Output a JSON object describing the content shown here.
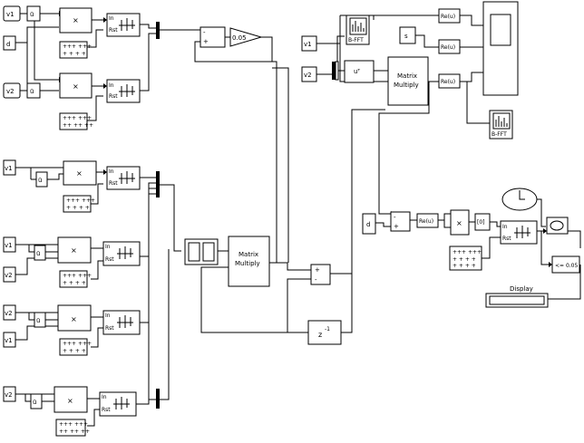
{
  "blocks": {
    "in_v1_a": "v1",
    "in_d_a": "d",
    "in_v2_a": "v2",
    "in_v1_b": "v1",
    "in_v1_c": "v1",
    "in_v2_c": "v2",
    "in_v2_d": "v2",
    "in_v1_d": "v1",
    "in_v2_e": "v2",
    "in_v1_r": "v1",
    "in_v2_r": "v2",
    "in_s": "s",
    "in_d_r": "d",
    "conj": "ū",
    "product": "×",
    "int_in": "In",
    "int_rst": "Rst",
    "sum_minus": "-",
    "sum_plus": "+",
    "gain": "0.05",
    "matrix_multiply_line1": "Matrix",
    "matrix_multiply_line2": "Multiply",
    "transpose": "uᵀ",
    "re_u": "Re(u)",
    "bfft": "B-FFT",
    "unit_delay_z": "z",
    "unit_delay_exp": "-1",
    "const_zero": "[0]",
    "compare": "<= 0.05",
    "display_label": "Display"
  }
}
